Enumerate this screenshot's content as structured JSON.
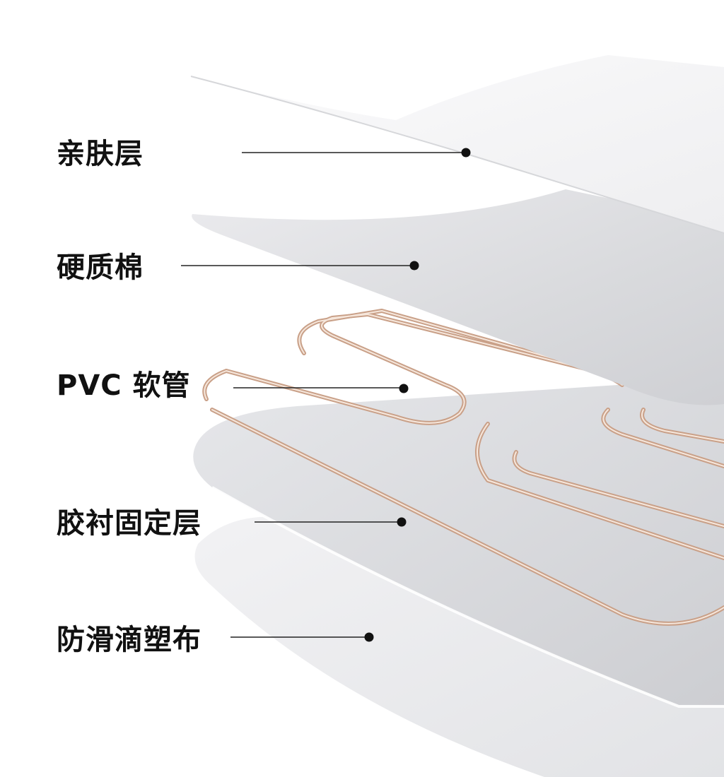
{
  "labels": {
    "skin_layer": "亲肤层",
    "hard_cotton": "硬质棉",
    "pvc_tube": "PVC 软管",
    "adhesive_layer": "胶衬固定层",
    "antislip_cloth": "防滑滴塑布"
  },
  "colors": {
    "text": "#111111",
    "leader": "#222222",
    "dot": "#111111",
    "tube": "#c9a088",
    "tube_highlight": "#f6e7dc",
    "panel_light": "#f4f4f5",
    "panel_mid": "#dcdde0",
    "panel_dark": "#c8c9cd"
  }
}
